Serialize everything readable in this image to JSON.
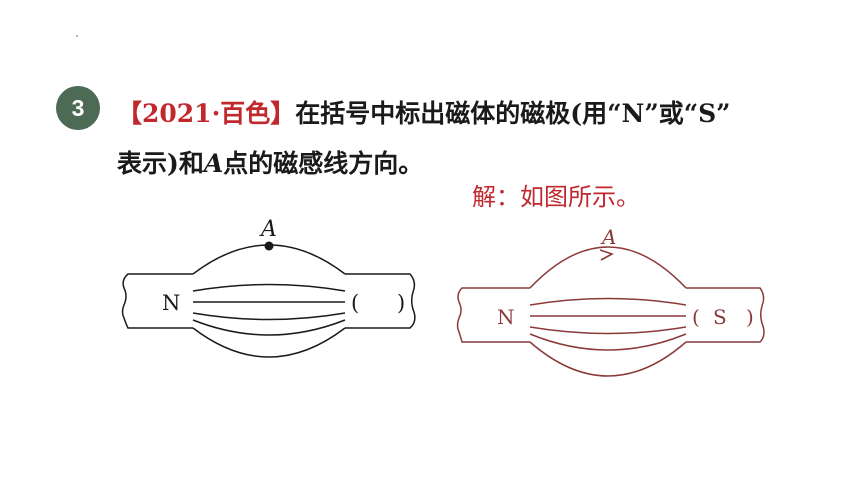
{
  "question": {
    "number": "3",
    "source": "【2021·百色】",
    "line1_text": "在括号中标出磁体的磁极(用“N”或“S”",
    "line2_pre": "表示)和",
    "line2_var": "A",
    "line2_post": "点的磁感线方向。"
  },
  "answer": {
    "text": "解：如图所示。"
  },
  "figure_left": {
    "point_label": "A",
    "left_pole": "N",
    "right_paren_open": "(",
    "right_paren_close": ")"
  },
  "figure_right": {
    "point_label": "A",
    "left_pole": "N",
    "right_paren_open": "(",
    "right_pole": "S",
    "right_paren_close": ")"
  },
  "colors": {
    "badge": "#4d6a55",
    "source_red": "#c0282d",
    "answer_line": "#8b3a3a",
    "ink": "#1a1a1a"
  }
}
